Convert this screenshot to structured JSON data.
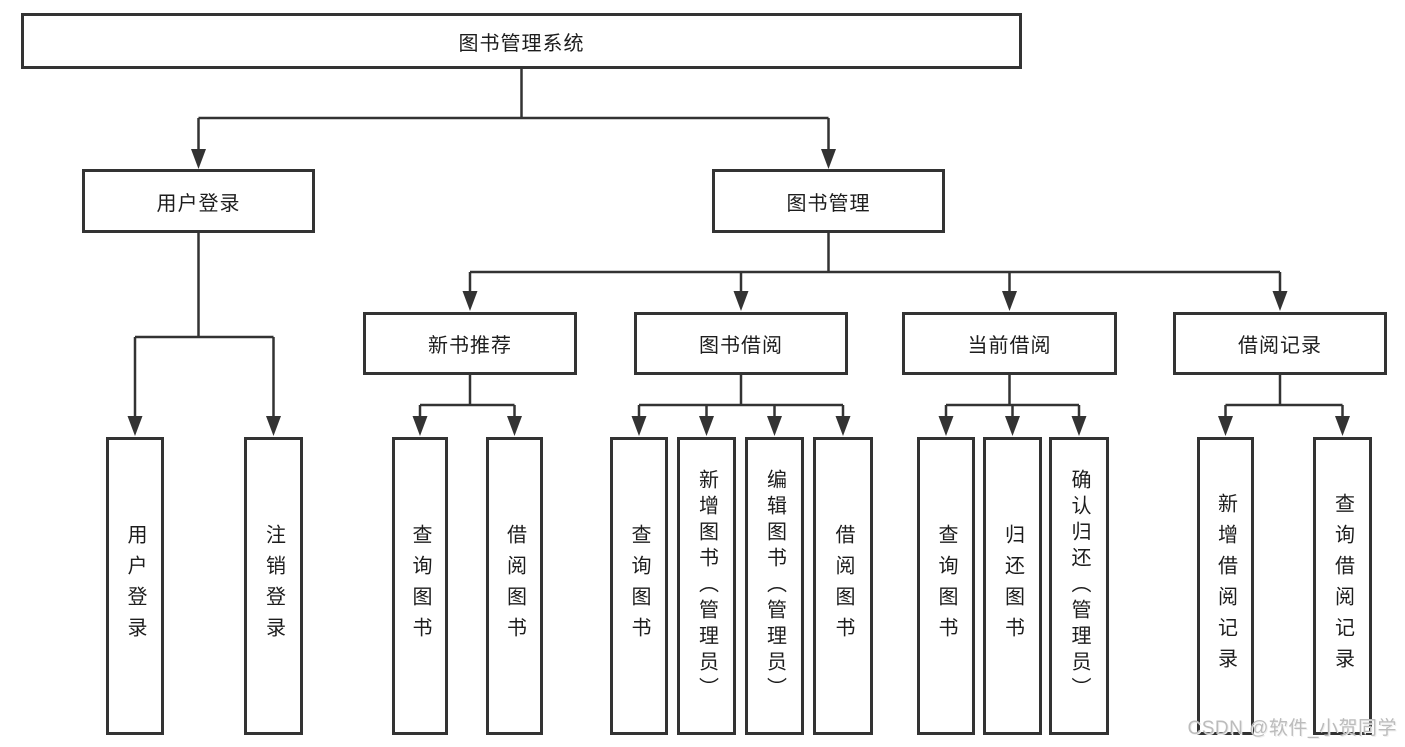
{
  "root": {
    "label": "图书管理系统"
  },
  "level2": {
    "user_login": {
      "label": "用户登录"
    },
    "book_management": {
      "label": "图书管理"
    }
  },
  "level3": {
    "new_book": {
      "label": "新书推荐"
    },
    "book_borrow": {
      "label": "图书借阅"
    },
    "current_borrow": {
      "label": "当前借阅"
    },
    "borrow_records": {
      "label": "借阅记录"
    }
  },
  "leaves": {
    "user_login": [
      "用户登录",
      "注销登录"
    ],
    "new_book": [
      "查询图书",
      "借阅图书"
    ],
    "book_borrow": [
      "查询图书",
      "新增图书（管理员）",
      "编辑图书（管理员）",
      "借阅图书"
    ],
    "current_borrow": [
      "查询图书",
      "归还图书",
      "确认归还（管理员）"
    ],
    "borrow_records": [
      "新增借阅记录",
      "查询借阅记录"
    ]
  },
  "watermark": "CSDN @软件_小贺同学",
  "colors": {
    "line": "#333333",
    "text": "#1d1d1d",
    "watermark": "#bcbcbc",
    "background": "#ffffff"
  }
}
